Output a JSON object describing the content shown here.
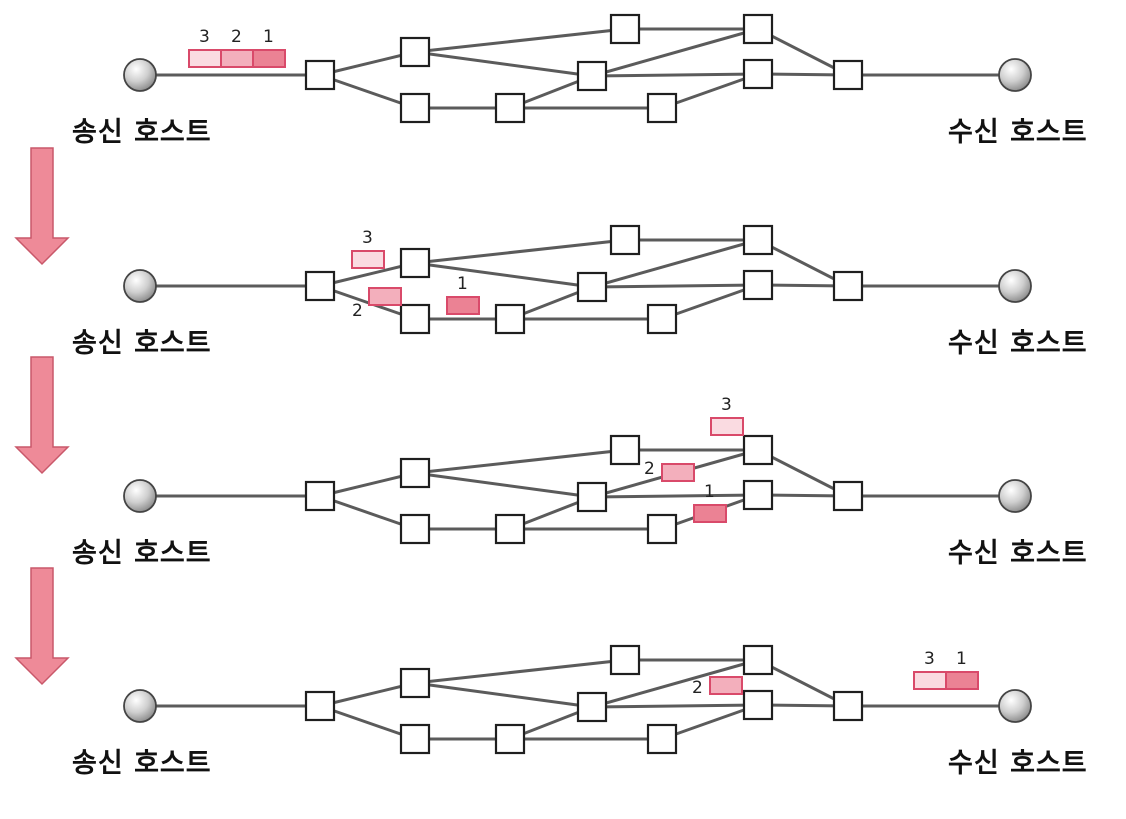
{
  "sender_label": "송신 호스트",
  "receiver_label": "수신 호스트",
  "colors": {
    "packet_1": "#eb8294",
    "packet_2": "#f3afbc",
    "packet_3": "#fadbe1",
    "packet_stroke": "#d94a6a",
    "arrow": "#ee8a98"
  },
  "packets": {
    "p1": "1",
    "p2": "2",
    "p3": "3"
  }
}
